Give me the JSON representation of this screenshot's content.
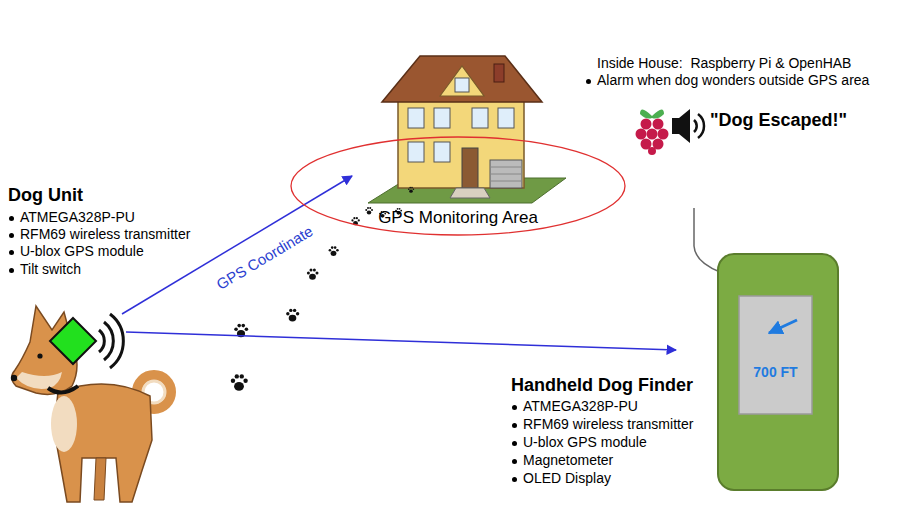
{
  "diagram": {
    "nodes": [
      {
        "text": [
          "GPS Monitoring Area"
        ]
      },
      {
        "text": [
          "700 FT"
        ]
      }
    ],
    "labels": [
      "Dog Unit",
      "ATMEGA328P-PU",
      "RFM69 wireless transmitter",
      "U-blox GPS module",
      "Tilt switch",
      "GPS Coordinate",
      "Inside House:  Raspberry Pi & OpenHAB",
      "Alarm when dog wonders outside GPS area",
      "\"Dog Escaped!\"",
      "Handheld Dog Finder",
      "ATMEGA328P-PU",
      "RFM69 wireless transmitter",
      "U-blox GPS module",
      "Magnetometer",
      "OLED Display"
    ]
  }
}
